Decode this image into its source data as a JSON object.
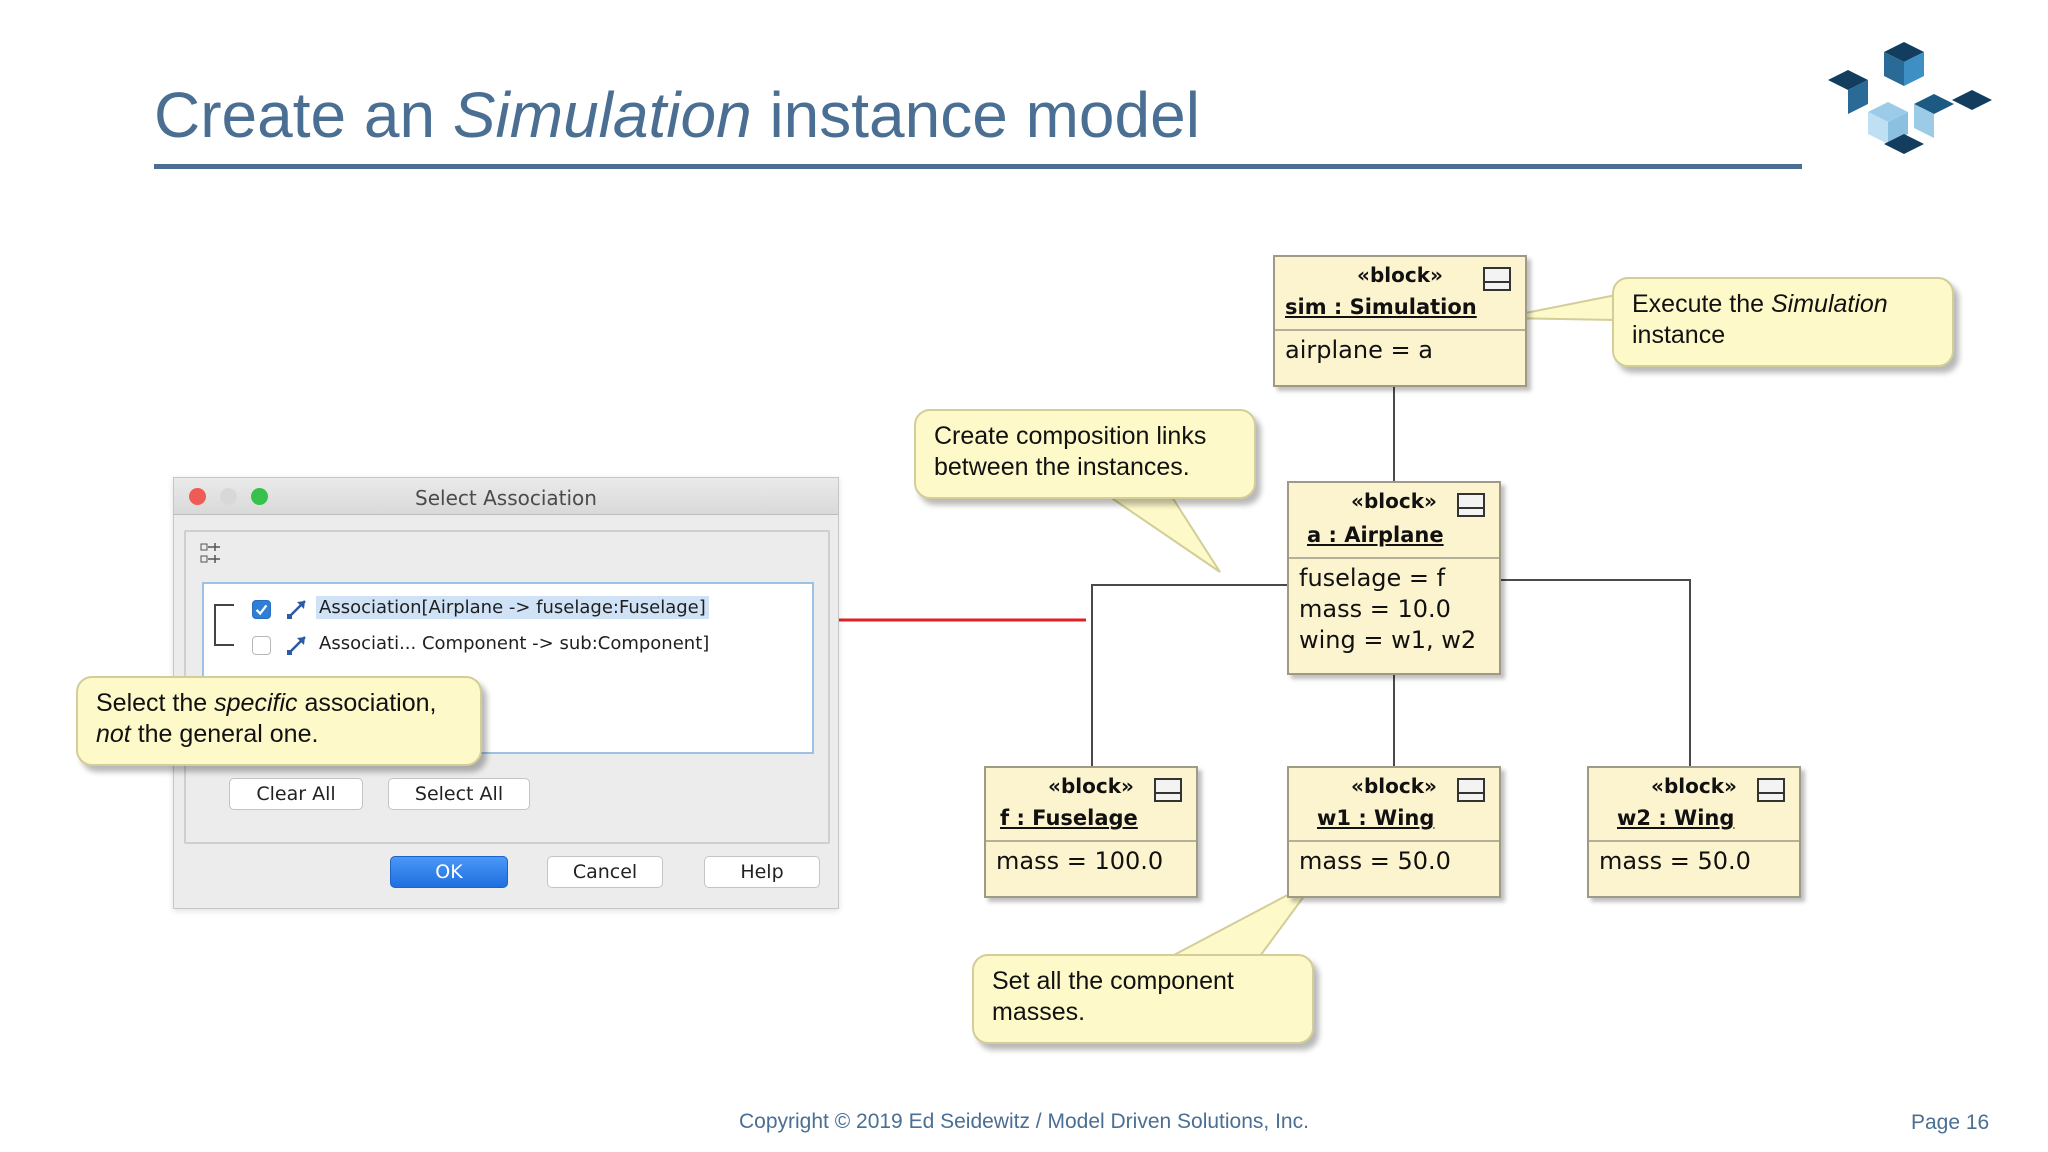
{
  "slide": {
    "title_pre": "Create an ",
    "title_em": "Simulation",
    "title_post": " instance model",
    "copyright": "Copyright © 2019 Ed Seidewitz / Model Driven Solutions, Inc.",
    "page": "Page 16",
    "accent_color": "#4a6f93"
  },
  "dialog": {
    "title": "Select Association",
    "rows": [
      {
        "label": "Association[Airplane -> fuselage:Fuselage]",
        "checked": true
      },
      {
        "label": "Associati... Component -> sub:Component]",
        "checked": false
      }
    ],
    "buttons": {
      "clear_all": "Clear All",
      "select_all": "Select All",
      "ok": "OK",
      "cancel": "Cancel",
      "help": "Help"
    }
  },
  "callouts": {
    "execute": {
      "pre": "Execute the ",
      "em": "Simulation",
      "post": " instance"
    },
    "composition": {
      "text": "Create composition links between the instances."
    },
    "select": {
      "pre1": "Select the ",
      "em1": "specific",
      "post1": " association, ",
      "em2": "not",
      "post2": " the general one."
    },
    "masses": {
      "text": "Set all the component masses."
    }
  },
  "blocks": {
    "sim": {
      "stereotype": "«block»",
      "name": "sim : Simulation",
      "attrs": [
        "airplane = a"
      ]
    },
    "airplane": {
      "stereotype": "«block»",
      "name": "a : Airplane",
      "attrs": [
        "fuselage = f",
        "mass = 10.0",
        "wing = w1, w2"
      ]
    },
    "fuselage": {
      "stereotype": "«block»",
      "name": "f : Fuselage",
      "attrs": [
        "mass = 100.0"
      ]
    },
    "w1": {
      "stereotype": "«block»",
      "name": "w1 : Wing",
      "attrs": [
        "mass = 50.0"
      ]
    },
    "w2": {
      "stereotype": "«block»",
      "name": "w2 : Wing",
      "attrs": [
        "mass = 50.0"
      ]
    }
  },
  "colors": {
    "block_fill": "#fcf3cf",
    "callout_fill": "#fdf9c9",
    "arrow_red": "#e02020",
    "ok_blue": "#2f7fd6"
  },
  "icons": {
    "logo": "logo-icon",
    "block_compartment": "block-compartment-icon",
    "association": "association-icon",
    "tree_toggle": "tree-toggle-icon"
  }
}
